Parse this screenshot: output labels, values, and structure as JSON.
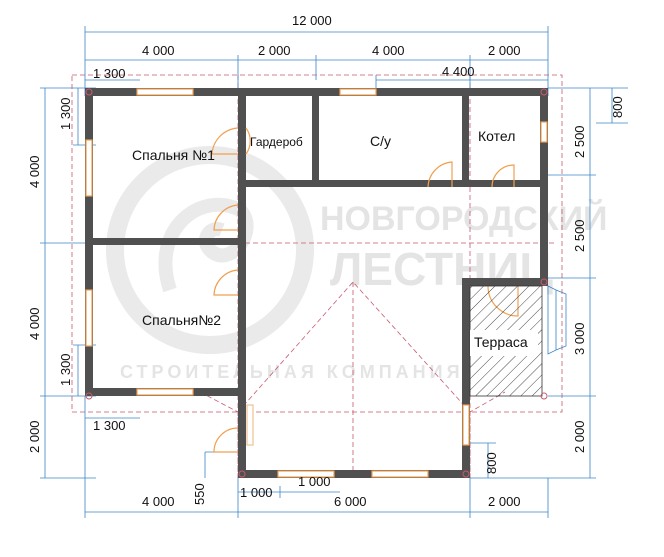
{
  "colors": {
    "wall": "#505050",
    "dim_line": "#3a86c8",
    "axis_line": "#c85a6e",
    "window": "#f0a050",
    "door": "#f0a050",
    "watermark": "#cfcfcf"
  },
  "rooms": {
    "bedroom1": "Спальня №1",
    "bedroom2": "Спальня№2",
    "wardrobe": "Гардероб",
    "bathroom": "С/у",
    "boiler": "Котел",
    "terrace": "Терраса"
  },
  "dims": {
    "top_total": "12 000",
    "top_1": "4 000",
    "top_2": "2 000",
    "top_3": "4 000",
    "top_4": "2 000",
    "top_inner_left": "1 300",
    "top_inner_right": "4 400",
    "left_1": "1 300",
    "left_2": "4 000",
    "left_3": "4 000",
    "left_4": "1 300",
    "left_5": "2 000",
    "right_1": "800",
    "right_2": "2 500",
    "right_3": "2 500",
    "right_4": "3 000",
    "right_5": "2 000",
    "bottom_inner_left": "1 300",
    "bottom_550": "550",
    "bottom_1000a": "1 000",
    "bottom_1000b": "1 000",
    "bottom_800": "800",
    "bottom_1": "4 000",
    "bottom_2": "6 000",
    "bottom_3": "2 000"
  },
  "watermark": {
    "line1": "НОВГОРОДСКИЙ",
    "line2": "ЛЕСТНИЦ",
    "line3": "СТРОИТЕЛЬНАЯ КОМПАНИЯ"
  }
}
